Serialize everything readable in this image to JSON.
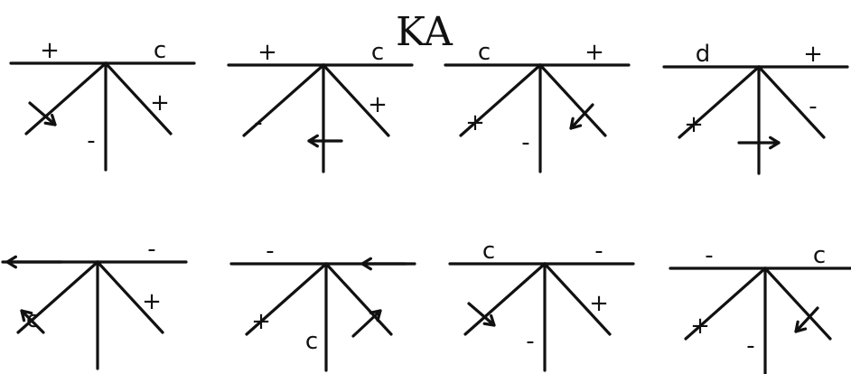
{
  "title": "KA",
  "diagrams": [
    {
      "label_top_left": "+",
      "label_top_right": "c",
      "label_left": "",
      "label_right": "+",
      "label_bottom": "-",
      "arrow_on": "left-arm",
      "arrow_direction": "down-right"
    },
    {
      "label_top_left": "+",
      "label_top_right": "c",
      "label_left": "-",
      "label_right": "+",
      "label_bottom": "",
      "arrow_on": "stem",
      "arrow_direction": "left"
    },
    {
      "label_top_left": "c",
      "label_top_right": "+",
      "label_left": "+",
      "label_right": "",
      "label_bottom": "-",
      "arrow_on": "right-arm",
      "arrow_direction": "down-left"
    },
    {
      "label_top_left": "d",
      "label_top_right": "+",
      "label_left": "+",
      "label_right": "-",
      "label_bottom": "",
      "arrow_on": "stem",
      "arrow_direction": "right"
    },
    {
      "label_top_left": "",
      "label_top_right": "-",
      "label_left": "c",
      "label_right": "+",
      "label_bottom": "",
      "arrow_on": "top-line-left",
      "arrow_direction": "left",
      "arm_arrow_on": "left-arm",
      "arm_arrow_direction": "up-left"
    },
    {
      "label_top_left": "-",
      "label_top_right": "",
      "label_left": "+",
      "label_right": "",
      "label_bottom": "c",
      "arrow_on": "top-line-right",
      "arrow_direction": "left",
      "arm_arrow_on": "right-arm",
      "arm_arrow_direction": "up-right"
    },
    {
      "label_top_left": "c",
      "label_top_right": "-",
      "label_left": "",
      "label_right": "+",
      "label_bottom": "-",
      "arrow_on": "left-arm",
      "arrow_direction": "down-right"
    },
    {
      "label_top_left": "-",
      "label_top_right": "c",
      "label_left": "+",
      "label_right": "",
      "label_bottom": "-",
      "arrow_on": "right-arm",
      "arrow_direction": "down-left"
    }
  ]
}
